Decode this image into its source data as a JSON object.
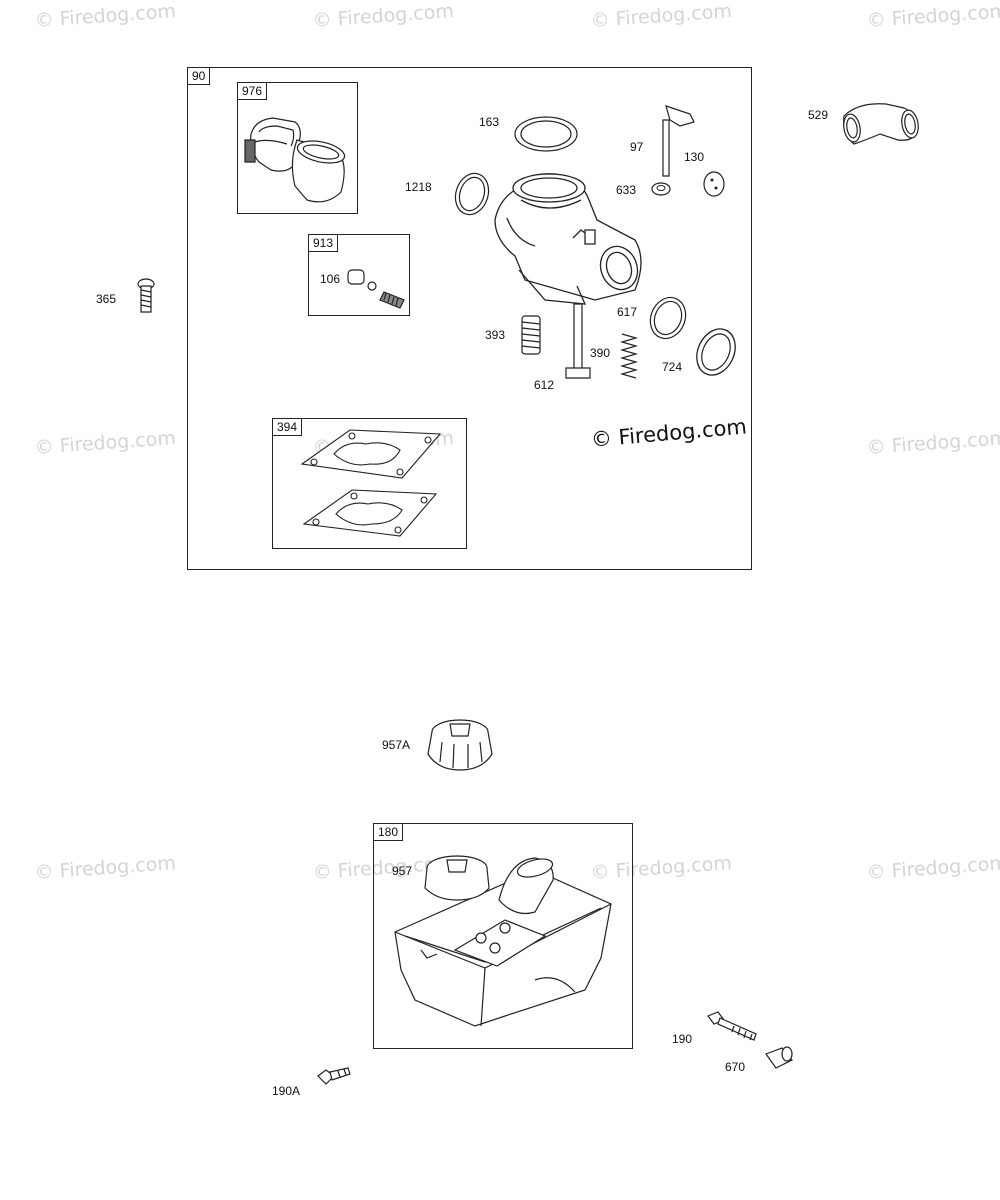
{
  "watermark": {
    "text": "© Firedog.com"
  },
  "copyright": "© Firedog.com",
  "assemblies": {
    "carburetor_assembly": "90",
    "intake_kit": "976",
    "needle_kit": "913",
    "gasket_kit": "394",
    "fuel_tank_assembly": "180"
  },
  "parts": {
    "p163": "163",
    "p97": "97",
    "p130": "130",
    "p1218": "1218",
    "p633": "633",
    "p106": "106",
    "p617": "617",
    "p393": "393",
    "p390": "390",
    "p724": "724",
    "p612": "612",
    "p529": "529",
    "p365": "365",
    "p957A": "957A",
    "p957": "957",
    "p190": "190",
    "p670": "670",
    "p190A": "190A"
  }
}
